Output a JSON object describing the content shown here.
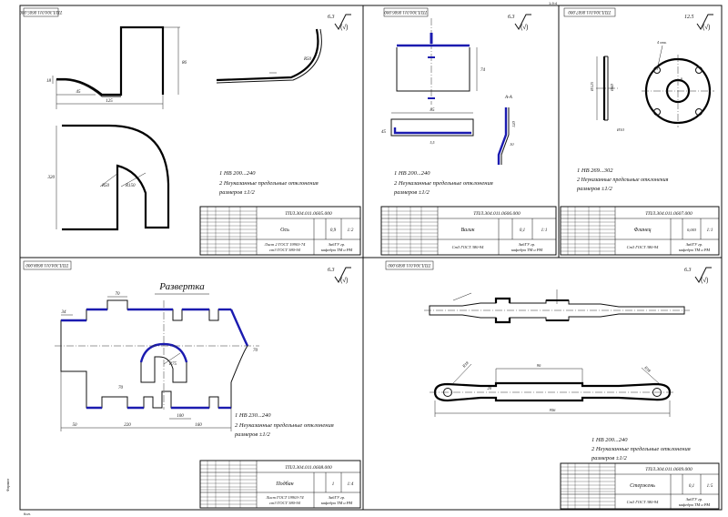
{
  "colors": {
    "line": "#111111",
    "edge_blue": "#1b1bb0",
    "background": "#ffffff"
  },
  "top_mark": "1-9:4",
  "left_mark": "Формат",
  "bottom_mark": "Кол.",
  "panels": [
    {
      "code_top": "ТПЛ.304.011.0605.000",
      "roughness": "6.3",
      "notes": [
        "1 НВ 200...240",
        "2  Неуказанные предельные отклонения",
        "размеров ±1/2"
      ],
      "dims": [
        "125",
        "45",
        "18",
        "86",
        "R50",
        "320",
        "R50",
        "R150"
      ],
      "title_code": "ТПЛ.304.011.0605.000",
      "title_name": "Ось",
      "material1": "Лист 2 ГОСТ 19903-74",
      "material2": "ст3 ГОСТ 380-94",
      "mass": "0,9",
      "scale": "1:2",
      "org1": "ЗабГУ гр.",
      "org2": "кафедра ТМ и РМ"
    },
    {
      "code_top": "ТПЛ.304.011.0606.000",
      "roughness": "6.3",
      "notes": [
        "1 НВ 200...240",
        "2  Неуказанные предельные отклонения",
        "размеров ±1/2"
      ],
      "dims": [
        "45",
        "74",
        "85",
        "5,5",
        "А-А",
        "10",
        "120"
      ],
      "title_code": "ТПЛ.304.011.0606.000",
      "title_name": "Валик",
      "material1": "Ст3 ГОСТ 380-94",
      "mass": "0,1",
      "scale": "1:1",
      "org1": "ЗабГУ гр.",
      "org2": "кафедра ТМ и РМ"
    },
    {
      "code_top": "ТПЛ.304.011.0607.000",
      "roughness": "12.5",
      "notes": [
        "1 НВ 269...302",
        "2  Неуказанные предельные отклонения",
        "размеров ±1/2"
      ],
      "dims": [
        "Ø125",
        "Ø60",
        "4 отв.",
        "6",
        "Ø10"
      ],
      "title_code": "ТПЛ.304.011.0607.000",
      "title_name": "Фланец",
      "material1": "Ст3 ГОСТ 380-94",
      "mass": "0,003",
      "scale": "1:1",
      "org1": "ЗабГУ гр.",
      "org2": "кафедра ТМ и РМ"
    },
    {
      "code_top": "ТПЛ.304.011.0608.000",
      "roughness": "6.3",
      "heading": "Развертка",
      "notes": [
        "1 НВ 230...240",
        "2  Неуказанные предельные отклонения",
        "размеров ±1/2"
      ],
      "dims": [
        "70",
        "34",
        "70",
        "R75",
        "70",
        "50",
        "220",
        "100",
        "160"
      ],
      "title_code": "ТПЛ.304.011.0608.000",
      "title_name": "Подбан",
      "material1": "Лист ГОСТ 19903-74",
      "material2": "ст3 ГОСТ 380-94",
      "mass": "1",
      "scale": "1:4",
      "org1": "ЗабГУ гр.",
      "org2": "кафедра ТМ и РМ"
    },
    {
      "code_top": "ТПЛ.304.011.0609.000",
      "roughness": "6.3",
      "notes": [
        "1 НВ 200...240",
        "2  Неуказанные предельные отклонения",
        "размеров ±1/2"
      ],
      "dims": [
        "R18",
        "R18",
        "90",
        "20",
        "956"
      ],
      "title_code": "ТПЛ.304.011.0609.000",
      "title_name": "Стержень",
      "material1": "Ст3 ГОСТ 380-94",
      "mass": "0,1",
      "scale": "1:5",
      "org1": "ЗабГУ гр.",
      "org2": "кафедра ТМ и РМ"
    }
  ]
}
